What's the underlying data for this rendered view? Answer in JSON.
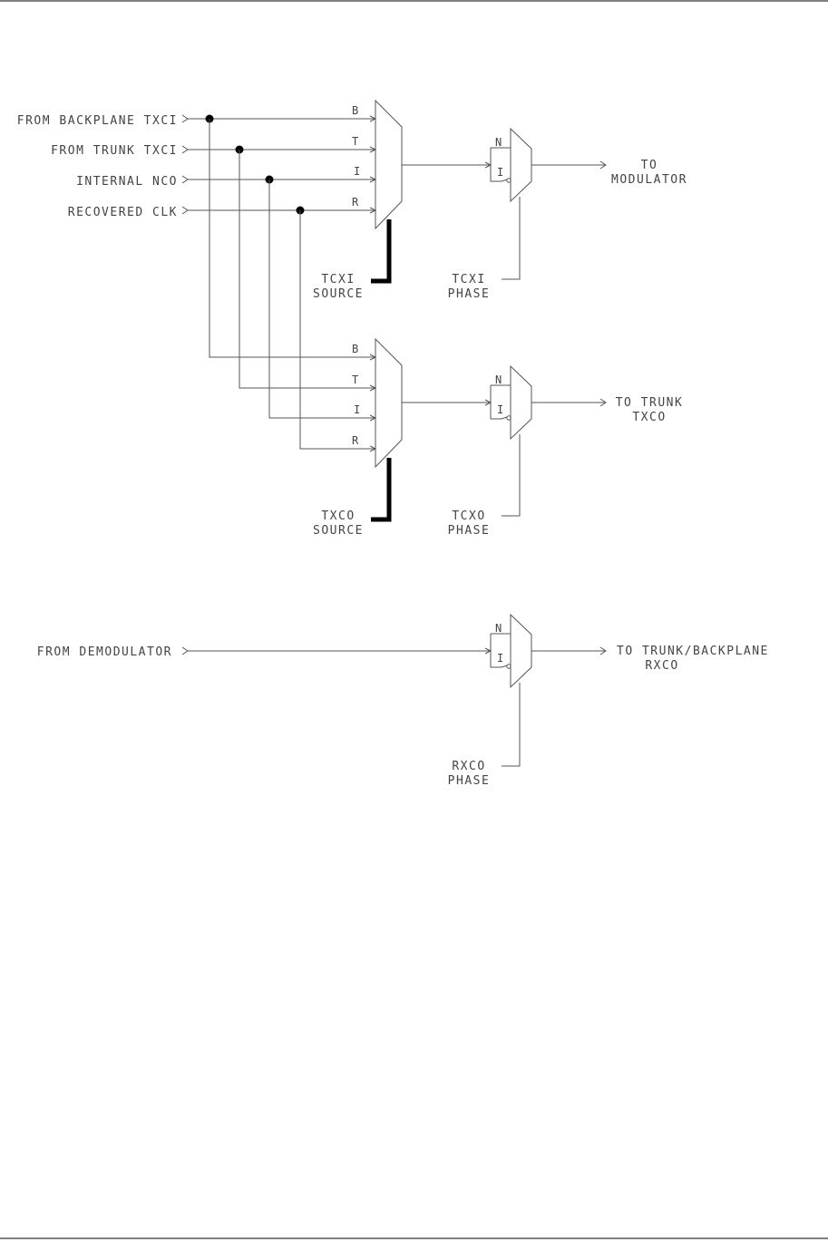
{
  "inputs": {
    "backplane_txci": "FROM BACKPLANE TXCI",
    "trunk_txci": "FROM TRUNK TXCI",
    "internal_nco": "INTERNAL NCO",
    "recovered_clk": "RECOVERED CLK",
    "demodulator": "FROM DEMODULATOR"
  },
  "mux_pins": {
    "b": "B",
    "t": "T",
    "i": "I",
    "r": "R"
  },
  "phase_pins": {
    "n": "N",
    "i": "I"
  },
  "txci": {
    "source_lines": [
      "TCXI",
      "SOURCE"
    ],
    "phase_lines": [
      "TCXI",
      "PHASE"
    ],
    "output_lines": [
      "TO",
      "MODULATOR"
    ]
  },
  "txco": {
    "source_lines": [
      "TXCO",
      "SOURCE"
    ],
    "phase_lines": [
      "TCXO",
      "PHASE"
    ],
    "output_lines": [
      "TO TRUNK",
      "TXCO"
    ]
  },
  "rxco": {
    "phase_lines": [
      "RXCO",
      "PHASE"
    ],
    "output_lines": [
      "TO TRUNK/BACKPLANE",
      "RXCO"
    ]
  }
}
